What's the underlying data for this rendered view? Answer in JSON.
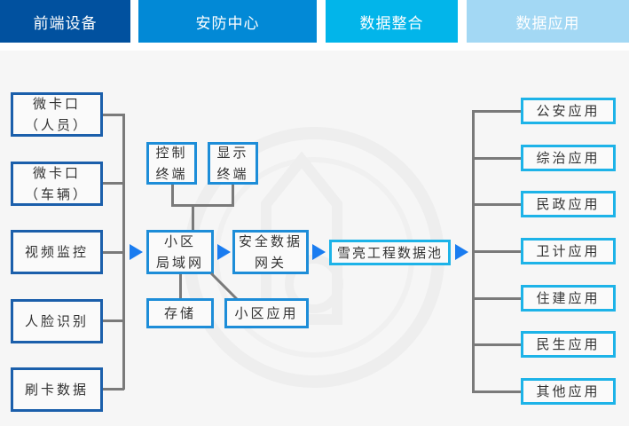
{
  "tabs": [
    {
      "label": "前端设备",
      "color": "#01519f"
    },
    {
      "label": "安防中心",
      "color": "#0289d6"
    },
    {
      "label": "数据整合",
      "color": "#02b5ea"
    },
    {
      "label": "数据应用",
      "color": "#a3d8f4"
    }
  ],
  "front_devices": [
    {
      "line1": "微卡口",
      "line2": "（人员）"
    },
    {
      "line1": "微卡口",
      "line2": "（车辆）"
    },
    {
      "line1": "视频监控",
      "line2": ""
    },
    {
      "line1": "人脸识别",
      "line2": ""
    },
    {
      "line1": "刷卡数据",
      "line2": ""
    }
  ],
  "center": {
    "control_terminal": {
      "line1": "控制",
      "line2": "终端"
    },
    "display_terminal": {
      "line1": "显示",
      "line2": "终端"
    },
    "lan": {
      "line1": "小区",
      "line2": "局域网"
    },
    "storage": "存储",
    "community_app": "小区应用",
    "gateway": {
      "line1": "安全数据",
      "line2": "网关"
    }
  },
  "data_pool": "雪亮工程数据池",
  "applications": [
    "公安应用",
    "综治应用",
    "民政应用",
    "卫计应用",
    "住建应用",
    "民生应用",
    "其他应用"
  ],
  "colors": {
    "front_border": "#1b5fab",
    "center_border": "#1d8dd8",
    "app_border": "#1db3e8",
    "arrow": "#1a7cf0",
    "connector": "#7a7a7a"
  }
}
